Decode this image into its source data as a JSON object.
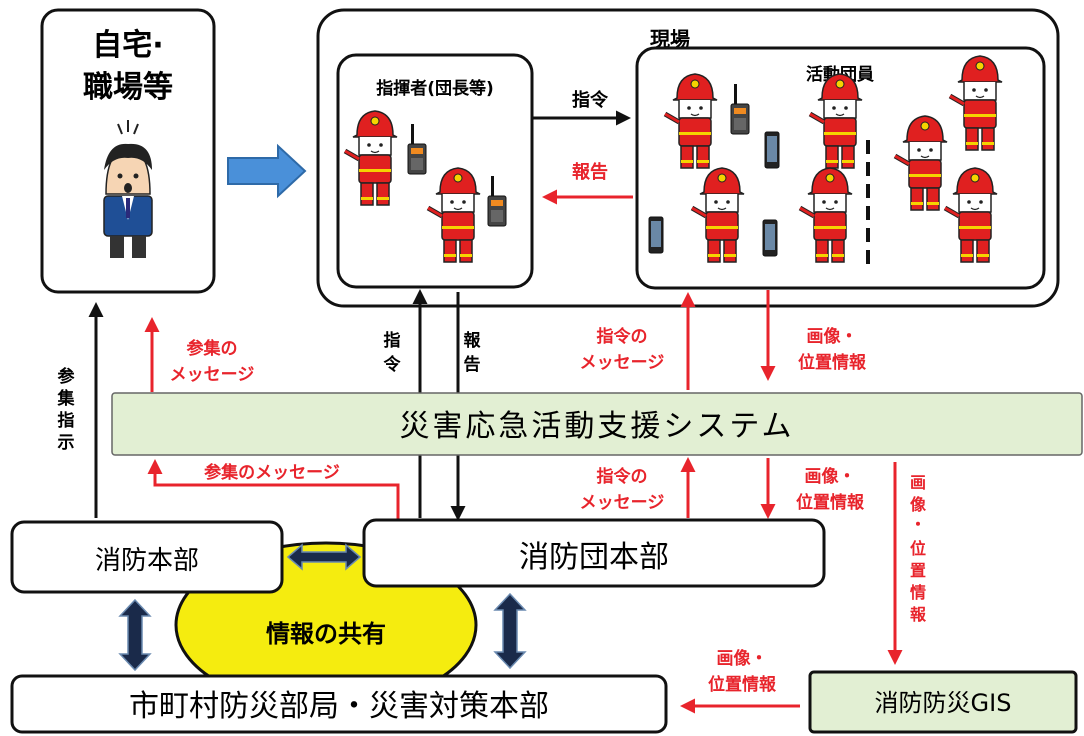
{
  "colors": {
    "red": "#e8242c",
    "black": "#111111",
    "green_fill": "#e2efd3",
    "yellow": "#f5ec0f",
    "blue_arrow": "#4a90d9",
    "firefighter": "#e02020"
  },
  "home": {
    "line1": "自宅·",
    "line2": "職場等",
    "icon": "surprised-person-icon"
  },
  "site": {
    "title": "現場",
    "commander": {
      "title": "指揮者(団長等)",
      "icon": "firefighter-with-radio-icon"
    },
    "members": {
      "title": "活動団員",
      "icon": "firefighter-icon"
    },
    "order_label": "指令",
    "report_label": "報告"
  },
  "system": {
    "label": "災害応急活動支援システム"
  },
  "labels": {
    "gather_order_top": [
      "参集の",
      "メッセージ"
    ],
    "gather_instruction": [
      "参",
      "集",
      "指",
      "示"
    ],
    "cmd_order_vert": [
      "指",
      "令"
    ],
    "cmd_report_vert": [
      "報",
      "告"
    ],
    "order_msg_top": [
      "指令の",
      "メッセージ"
    ],
    "image_loc_top": [
      "画像・",
      "位置情報"
    ],
    "gather_msg_bottom": "参集のメッセージ",
    "order_msg_bottom": [
      "指令の",
      "メッセージ"
    ],
    "image_loc_mid": [
      "画像・",
      "位置情報"
    ],
    "image_loc_vert": [
      "画",
      "像",
      "・",
      "位",
      "置",
      "情",
      "報"
    ],
    "image_loc_gis": [
      "画像・",
      "位置情報"
    ]
  },
  "boxes": {
    "fire_hq": "消防本部",
    "corps_hq": "消防団本部",
    "municipal": "市町村防災部局・災害対策本部",
    "gis": "消防防災GIS",
    "shared_info": "情報の共有"
  }
}
